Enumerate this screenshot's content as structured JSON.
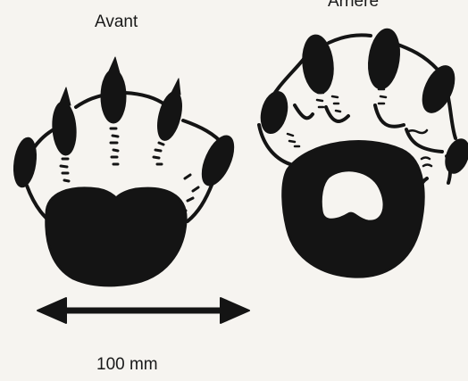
{
  "labels": {
    "front": "Avant",
    "rear": "Arrière",
    "scale": "100 mm"
  },
  "colors": {
    "ink": "#141414",
    "paper": "#f6f4f0"
  }
}
